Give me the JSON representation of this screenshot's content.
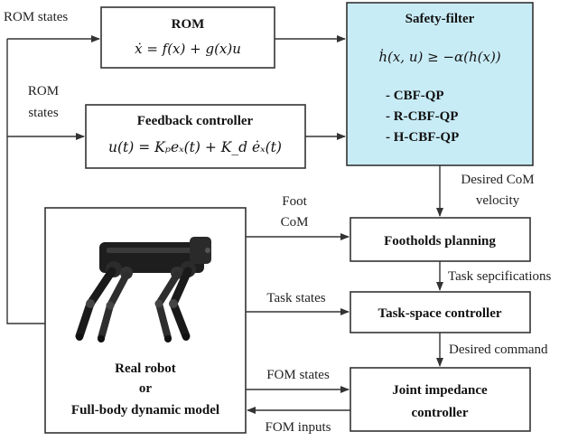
{
  "diagram": {
    "rom_box": {
      "title": "ROM",
      "equation": "ẋ = f(x) + g(x)u"
    },
    "feedback_box": {
      "title": "Feedback controller",
      "equation": "u(t) = Kₚeₓ(t) + K_d ėₓ(t)"
    },
    "safety_box": {
      "title": "Safety-filter",
      "equation": "ḣ(x, u) ≥ −α(h(x))",
      "items": [
        "- CBF-QP",
        "- R-CBF-QP",
        "- H-CBF-QP"
      ],
      "fill_color": "#c8ecf6"
    },
    "footholds_box": {
      "title": "Footholds planning"
    },
    "taskspace_box": {
      "title": "Task-space controller"
    },
    "joint_box": {
      "title_line1": "Joint impedance",
      "title_line2": "controller"
    },
    "robot_box": {
      "line1": "Real robot",
      "line2": "or",
      "line3": "Full-body dynamic model",
      "image_icon": "quadruped-robot-icon"
    },
    "labels": {
      "rom_states_top": "ROM states",
      "rom_states_mid_1": "ROM",
      "rom_states_mid_2": "states",
      "desired_com_1": "Desired CoM",
      "desired_com_2": "velocity",
      "foot_1": "Foot",
      "foot_2": "CoM",
      "task_specs": "Task sepcifications",
      "task_states": "Task states",
      "desired_command": "Desired command",
      "fom_states": "FOM states",
      "fom_inputs": "FOM inputs"
    }
  }
}
